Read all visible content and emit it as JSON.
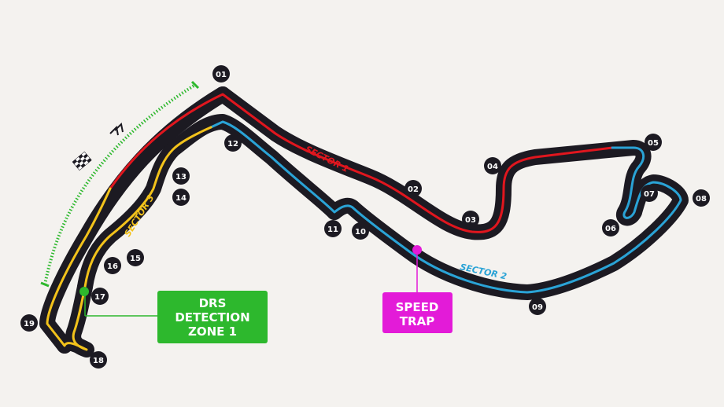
{
  "colors": {
    "background": "#f4f2ef",
    "track": "#1c1a22",
    "sector1": "#e0161e",
    "sector2": "#2aa3d6",
    "sector3": "#f2c21b",
    "drs": "#2db82d",
    "speed_trap": "#e31bd8"
  },
  "turns": [
    "01",
    "02",
    "03",
    "04",
    "05",
    "06",
    "07",
    "08",
    "09",
    "10",
    "11",
    "12",
    "13",
    "14",
    "15",
    "16",
    "17",
    "18",
    "19"
  ],
  "sectors": {
    "s1": "SECTOR 1",
    "s2": "SECTOR 2",
    "s3": "SECTOR 3"
  },
  "callouts": {
    "drs": [
      "DRS",
      "DETECTION",
      "ZONE 1"
    ],
    "speed_trap": [
      "SPEED",
      "TRAP"
    ]
  },
  "icons": [
    "chequered-flag-icon",
    "drs-chevrons-icon"
  ]
}
